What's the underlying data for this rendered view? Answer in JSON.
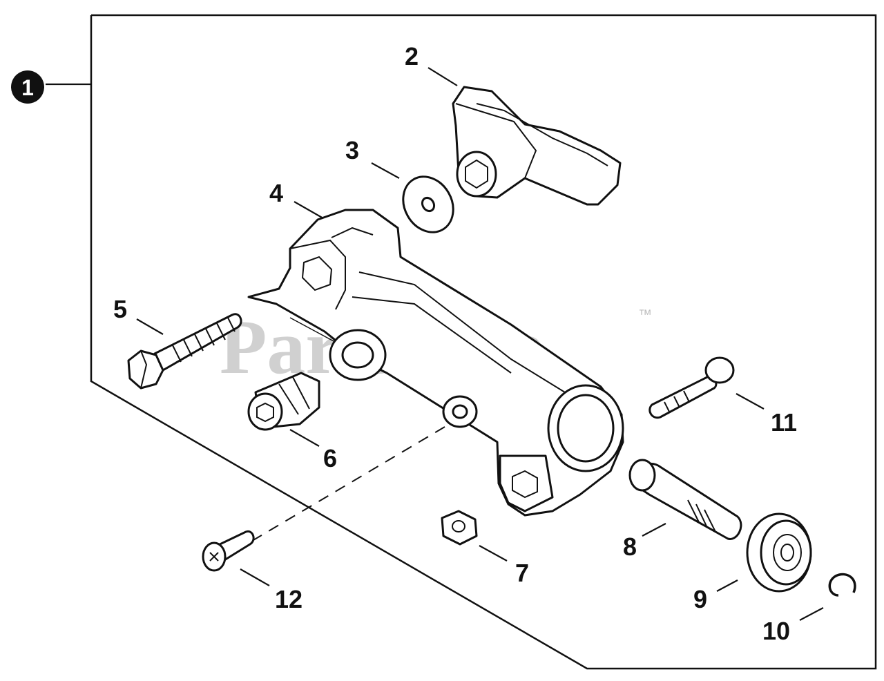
{
  "diagram": {
    "assembly_callout": "1",
    "watermark": "PartsTree",
    "trademark": "™",
    "callouts": [
      "2",
      "3",
      "4",
      "5",
      "6",
      "7",
      "8",
      "9",
      "10",
      "11",
      "12"
    ]
  }
}
